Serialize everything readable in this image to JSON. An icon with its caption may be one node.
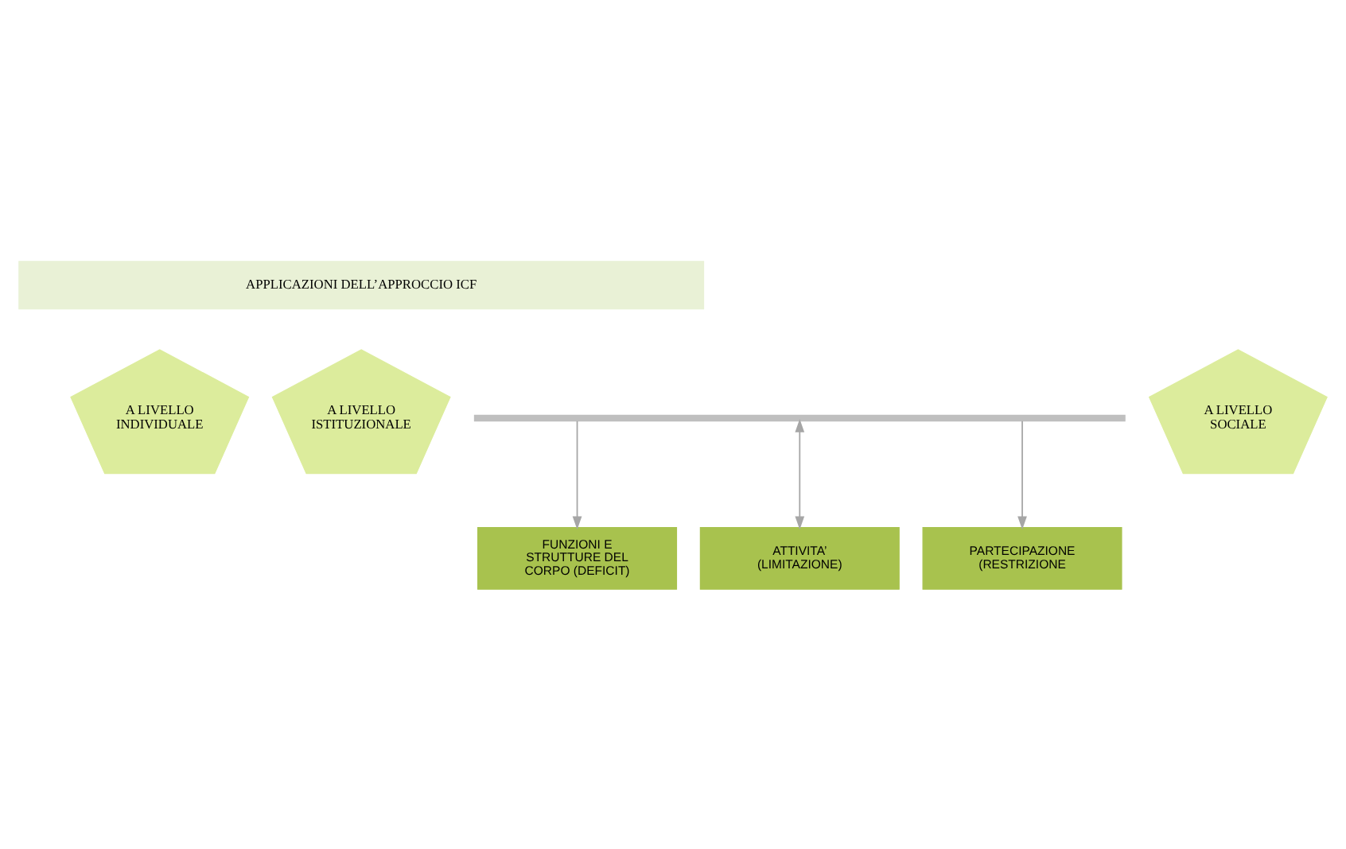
{
  "diagram": {
    "nodes": [
      {
        "text": [
          "APPLICAZIONI DELL’APPROCCIO ICF"
        ]
      },
      {
        "text": [
          "A LIVELLO INDIVIDUALE"
        ]
      },
      {
        "text": [
          "A LIVELLO ISTITUZIONALE"
        ]
      },
      {
        "text": [
          "A LIVELLO SOCIALE"
        ]
      },
      {
        "text": [],
        "shape": "bar"
      },
      {
        "text": [
          "FUNZIONI E STRUTTURE DEL CORPO (DEFICIT)"
        ]
      },
      {
        "text": [
          "ATTIVITA’ (LIMITAZIONE)"
        ]
      },
      {
        "text": [
          "PARTECIPAZIONE (RESTRIZIONE"
        ]
      }
    ],
    "edges": [
      {
        "from": 4,
        "to": 5,
        "arrow": "to"
      },
      {
        "from": 4,
        "to": 6,
        "arrow": "both"
      },
      {
        "from": 4,
        "to": 7,
        "arrow": "to"
      }
    ]
  }
}
